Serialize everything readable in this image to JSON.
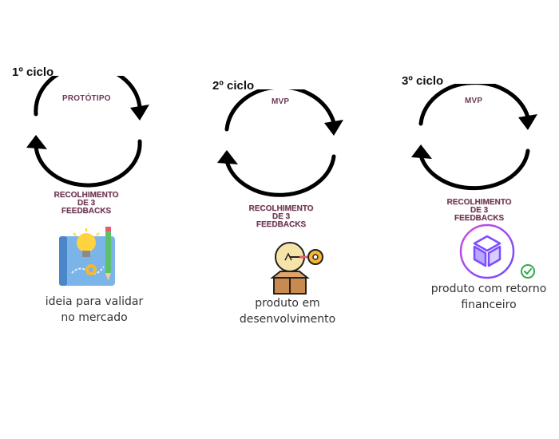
{
  "cycles": [
    {
      "title": "1º ciclo",
      "top_label": "PROTÓTIPO",
      "bottom_label": [
        "RECOLHIMENTO",
        "DE 3",
        "FEEDBACKS"
      ],
      "caption": [
        "ideia para validar",
        "no mercado"
      ],
      "icon": "blueprint-lightbulb-pencil-icon"
    },
    {
      "title": "2º ciclo",
      "top_label": "MVP",
      "bottom_label": [
        "RECOLHIMENTO",
        "DE 3",
        "FEEDBACKS"
      ],
      "caption": [
        "produto em",
        "desenvolvimento"
      ],
      "icon": "lightbulb-box-gear-icon"
    },
    {
      "title": "3º ciclo",
      "top_label": "MVP",
      "bottom_label": [
        "RECOLHIMENTO",
        "DE 3",
        "FEEDBACKS"
      ],
      "caption": [
        "produto com retorno",
        "financeiro"
      ],
      "icon": "product-cube-check-icon"
    }
  ],
  "colors": {
    "arrow": "#000000",
    "label": "#6e3a55",
    "caption": "#333333",
    "cube_accent": "#7b4dff",
    "check": "#2eaa4a"
  }
}
